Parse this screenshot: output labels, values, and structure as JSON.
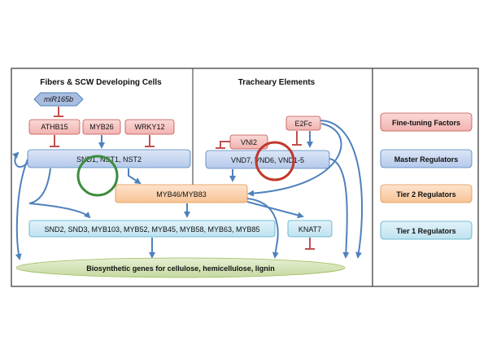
{
  "sections": {
    "fibers_title": "Fibers & SCW Developing Cells",
    "tracheary_title": "Tracheary Elements"
  },
  "nodes": {
    "mir165b": "miR165b",
    "athb15": "ATHB15",
    "myb26": "MYB26",
    "wrky12": "WRKY12",
    "vni2": "VNI2",
    "e2fc": "E2Fc",
    "snd_nst": "SND1, NST1, NST2",
    "vnd": "VND7, VND6, VND1-5",
    "myb46_83": "MYB46/MYB83",
    "tier1_row": "SND2, SND3, MYB103, MYB52, MYB45, MYB58, MYB63, MYB85",
    "knat7": "KNAT7",
    "biosynthetic": "Biosynthetic genes  for cellulose, hemicellulose, lignin"
  },
  "legend": {
    "fine_tuning": "Fine-tuning Factors",
    "master": "Master Regulators",
    "tier2": "Tier 2 Regulators",
    "tier1": "Tier 1 Regulators"
  },
  "colors": {
    "fine_tuning_fill": "#f6c7c5",
    "fine_tuning_stroke": "#c0504d",
    "master_fill": "#c9d8f0",
    "master_stroke": "#4f81bd",
    "tier2_fill": "#fbd5b5",
    "tier2_stroke": "#e0914b",
    "tier1_fill": "#cde8f3",
    "tier1_stroke": "#4bacc6",
    "mirna_fill": "#a9bde0",
    "biosynthetic_fill": "#d7e4bd",
    "biosynthetic_stroke": "#9bbb59",
    "activation_arrow": "#4f81bd",
    "repression_bar": "#c0504d",
    "circle_green": "#3c8c3c",
    "circle_red": "#c0392b"
  }
}
